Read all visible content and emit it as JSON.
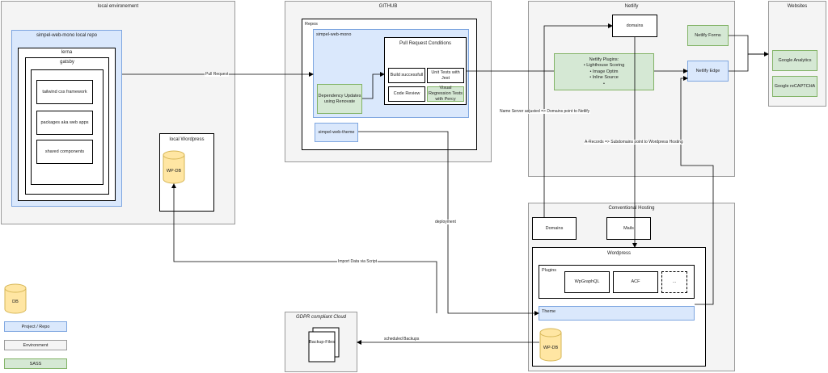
{
  "groups": {
    "local_env": "local environement",
    "github": "GITHUB",
    "netlify": "Netlify",
    "websites": "Websites",
    "conventional_hosting": "Conventional Hosting",
    "gdpr_cloud": "GDPR compliant  Cloud"
  },
  "local": {
    "repo": "simpel-web-mono local repo",
    "lerna": "lerna",
    "gatsby": "gatsby",
    "items": [
      "tailwind css framework",
      "packages aka web apps",
      "shared components"
    ],
    "wordpress": "local Wordpress",
    "wpdb": "WP-DB"
  },
  "github": {
    "repos": "Repos",
    "mono": "simpel-web-mono",
    "pr_conditions": "Pull Request Conditions",
    "build": "Build successfull",
    "unit_tests": "Unit Tests with Jest",
    "code_review": "Code Review",
    "visual_tests": "Visual Regression Tests with Percy",
    "dependency": "Dependency Updates using Renovate",
    "theme_repo": "simpel-web-theme"
  },
  "netlify": {
    "domains": "domains",
    "forms": "Netlify Forms",
    "plugins_title": "Netlify Plugins:",
    "plugins": [
      "Lighthouse Scoring",
      "Image Optim",
      "Inline Source",
      ""
    ],
    "edge": "Netlify Edge"
  },
  "websites": {
    "analytics": "Google Analytics",
    "recaptcha": "Google reCAPTCHA"
  },
  "hosting": {
    "domains": "Domains",
    "mails": "Mails",
    "wordpress": "Wordpress",
    "plugins": "Plugins",
    "wpgraphql": "WpGraphQL",
    "acf": "ACF",
    "more": "...",
    "theme": "Theme",
    "wpdb": "WP-DB"
  },
  "cloud": {
    "backup": "Backup-Files"
  },
  "edges": {
    "pull_request": "Pull Request",
    "name_server": "Name Server adjusted => Domains point to Netlify",
    "a_records": "A-Records => Subdomains point to Wordpress Hosting",
    "deployment": "deployment",
    "import": "Import  Data via Script",
    "backups": "scheduled Backups"
  },
  "legend": {
    "db": "DB",
    "project": "Project / Repo",
    "environment": "Environment",
    "sass": "SASS"
  },
  "colors": {
    "environment": "#f4f4f4",
    "project": "#dae8fc",
    "sass": "#d5e8d4",
    "database": "#ffe6a3"
  }
}
